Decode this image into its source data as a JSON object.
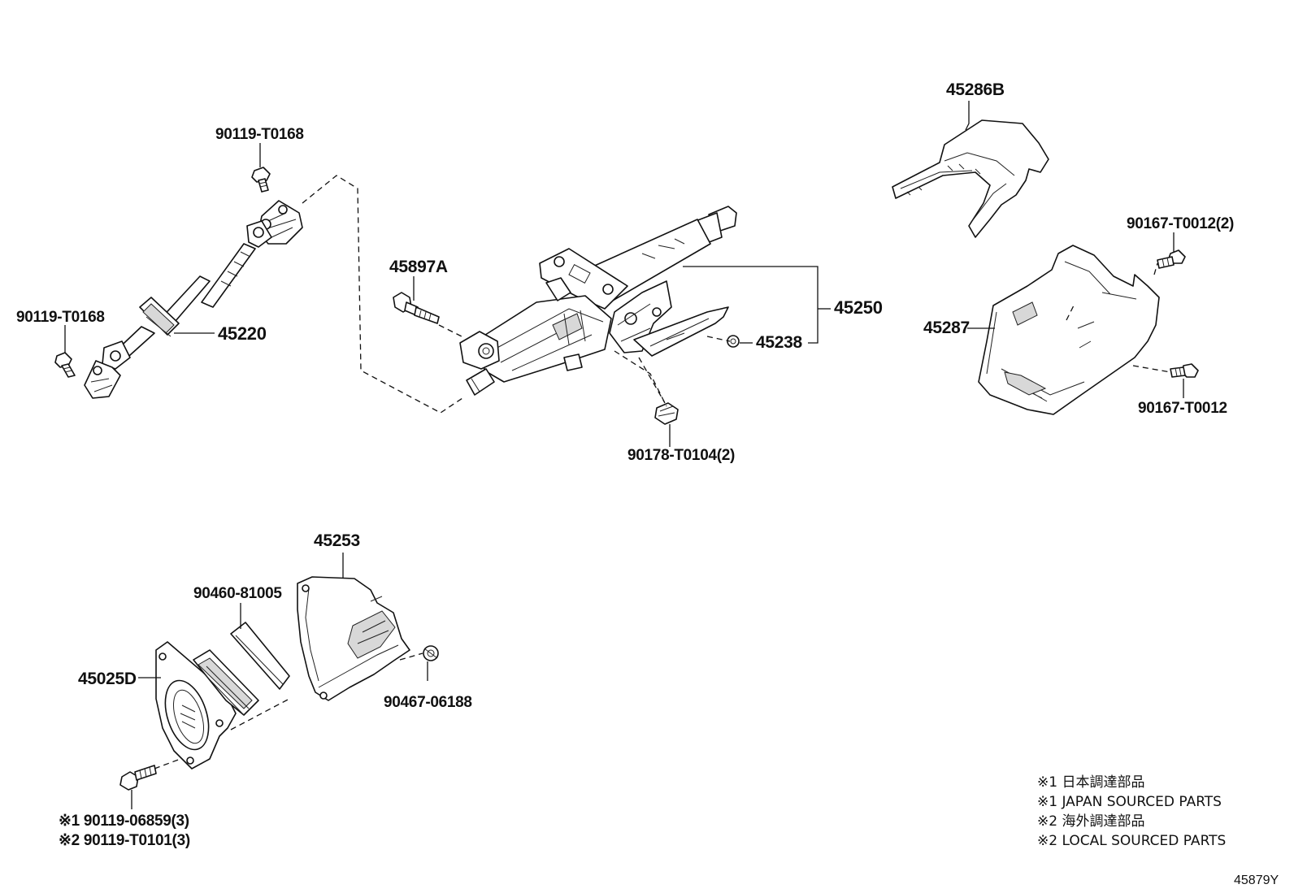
{
  "labels": {
    "bolt_top": "90119-T0168",
    "bolt_left": "90119-T0168",
    "shaft": "45220",
    "bolt_45897a": "45897A",
    "column": "45250",
    "nut_45238": "45238",
    "nut_bottom": "90178-T0104(2)",
    "cover_upper": "45286B",
    "screw_upper": "90167-T0012(2)",
    "cover_lower": "45287",
    "screw_lower": "90167-T0012",
    "cover_45253": "45253",
    "seal": "90460-81005",
    "hole_cover": "45025D",
    "clip": "90467-06188",
    "bolt_japan": "※1 90119-06859(3)",
    "bolt_local": "※2 90119-T0101(3)"
  },
  "notes": [
    "※1 日本調達部品",
    "※1 JAPAN SOURCED PARTS",
    "※2 海外調達部品",
    "※2 LOCAL SOURCED PARTS"
  ],
  "reference": "45879Y"
}
